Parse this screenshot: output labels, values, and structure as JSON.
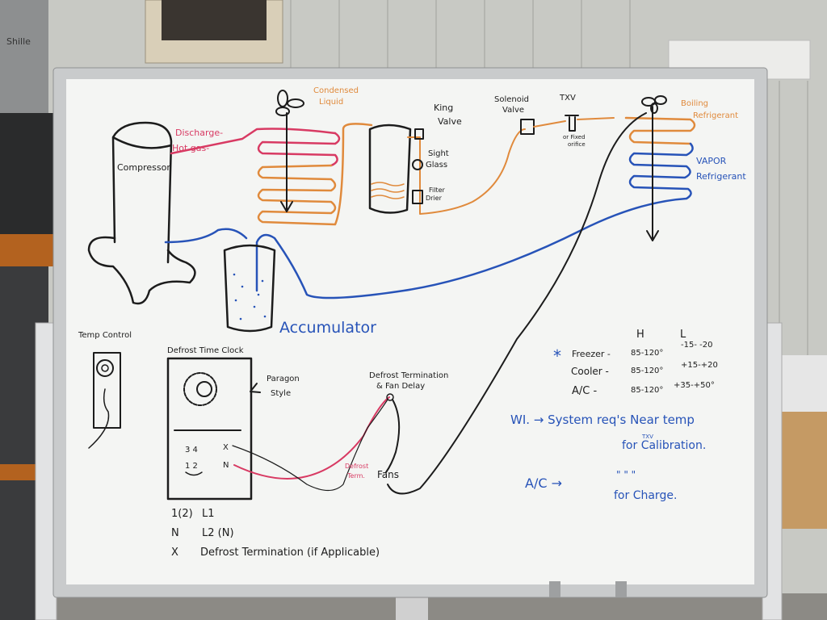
{
  "colors": {
    "black_marker": "#1c1c1c",
    "pink_marker": "#d83a63",
    "orange_marker": "#e08a3c",
    "blue_marker": "#2753b8",
    "board": "#f4f5f3",
    "frame": "#c9cbcc",
    "wall": "#c8c9c4"
  },
  "background": {
    "bucket_label": "Shille"
  },
  "refrigeration": {
    "compressor": "Compressor",
    "discharge_1": "Discharge-",
    "discharge_2": "Hot gas-",
    "condensed_1": "Condensed",
    "condensed_2": "Liquid",
    "king_1": "King",
    "king_2": "Valve",
    "sight_1": "Sight",
    "sight_2": "Glass",
    "filter_1": "Filter",
    "filter_2": "Drier",
    "solenoid_1": "Solenoid",
    "solenoid_2": "Valve",
    "txv": "TXV",
    "orifice_1": "or Fixed",
    "orifice_2": "orifice",
    "boiling_1": "Boiling",
    "boiling_2": "Refrigerant",
    "vapor_1": "VAPOR",
    "vapor_2": "Refrigerant",
    "accumulator": "Accumulator"
  },
  "controls": {
    "temp_control": "Temp Control",
    "time_clock": "Defrost Time Clock",
    "paragon_1": "Paragon",
    "paragon_2": "Style",
    "term_34": "3 4",
    "term_12": "1 2",
    "term_x": "X",
    "term_n": "N",
    "dt_fan_1": "Defrost Termination",
    "dt_fan_2": "& Fan Delay",
    "defrost_term_1": "Defrost",
    "defrost_term_2": "Term.",
    "fans": "Fans",
    "legend": [
      {
        "key": "1(2)",
        "value": "L1"
      },
      {
        "key": "N",
        "value": "L2 (N)"
      },
      {
        "key": "X",
        "value": "Defrost Termination (if Applicable)"
      }
    ]
  },
  "pressures": {
    "header_h": "H",
    "header_l": "L",
    "star": "*",
    "rows": [
      {
        "name": "Freezer -",
        "high": "85-120°",
        "low": "-15- -20"
      },
      {
        "name": "Cooler -",
        "high": "85-120°",
        "low": "+15-+20"
      },
      {
        "name": "A/C -",
        "high": "85-120°",
        "low": "+35-+50°"
      }
    ]
  },
  "notes": {
    "wi_line1": "WI. → System req's Near temp",
    "wi_txv": "TXV",
    "wi_line2": "for Calibration.",
    "ac_line1": "A/C →",
    "ditto": "\"     \"     \"",
    "ac_line2": "for Charge."
  }
}
